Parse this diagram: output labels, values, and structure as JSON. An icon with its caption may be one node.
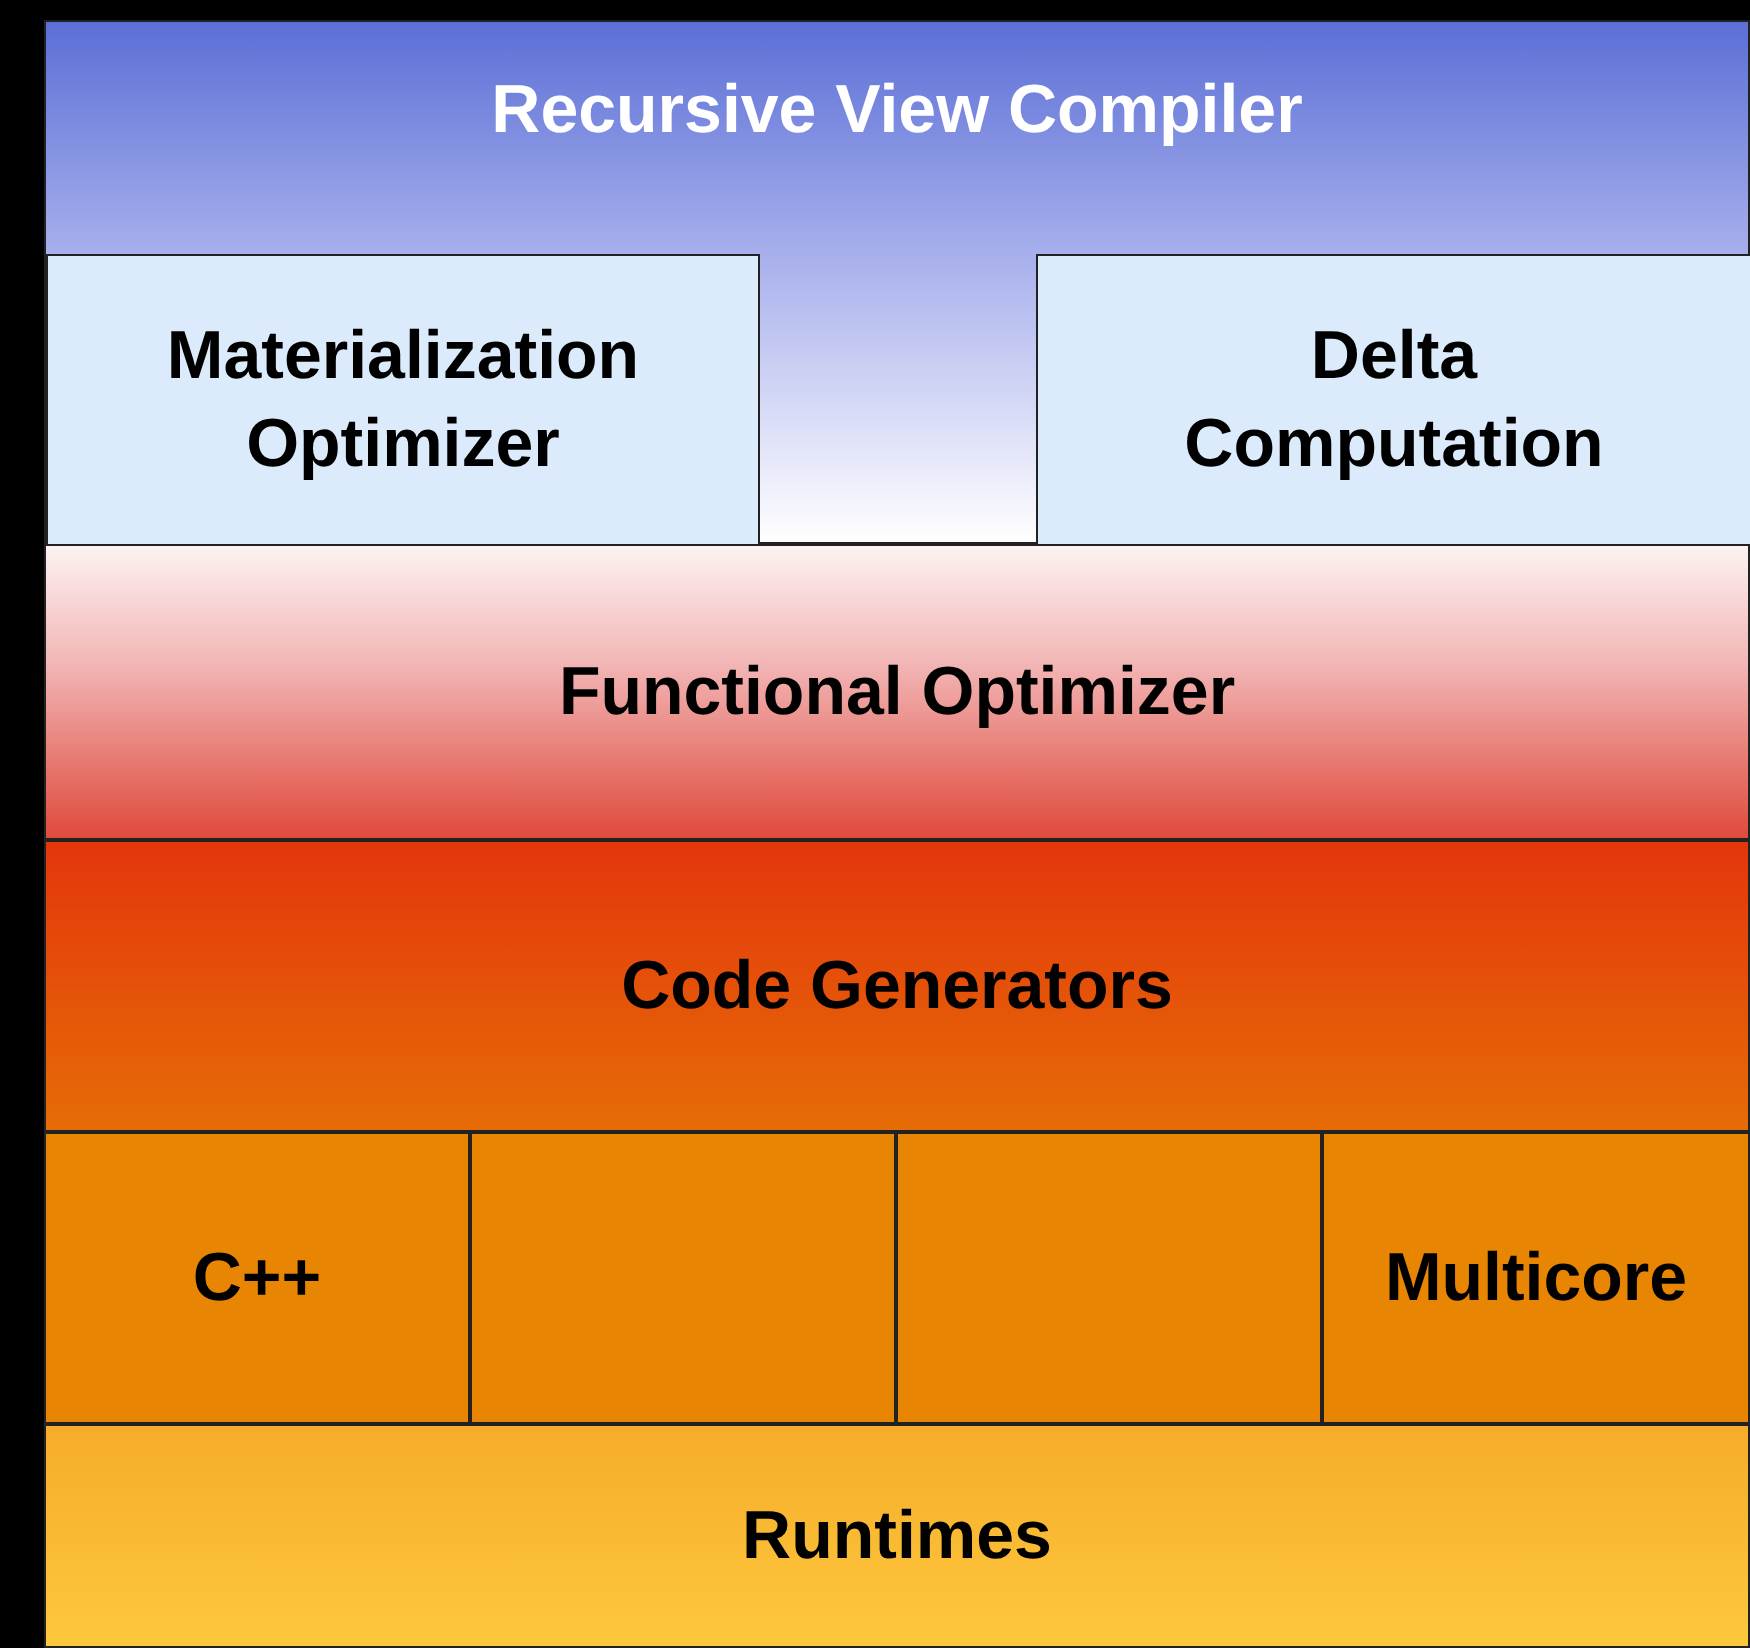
{
  "diagram": {
    "nodes": [
      {
        "text": [
          "Recursive View Compiler"
        ]
      },
      {
        "text": [
          "Materialization Optimizer"
        ],
        "in": 0
      },
      {
        "text": [
          "Delta Computation"
        ],
        "in": 0
      },
      {
        "text": [
          "Functional Optimizer"
        ]
      },
      {
        "text": [
          "Code Generators"
        ]
      },
      {
        "text": [
          "C++"
        ]
      },
      {
        "text": [],
        "shape": "box"
      },
      {
        "text": [],
        "shape": "box"
      },
      {
        "text": [
          "Multicore"
        ]
      },
      {
        "text": [
          "Runtimes"
        ]
      }
    ]
  }
}
